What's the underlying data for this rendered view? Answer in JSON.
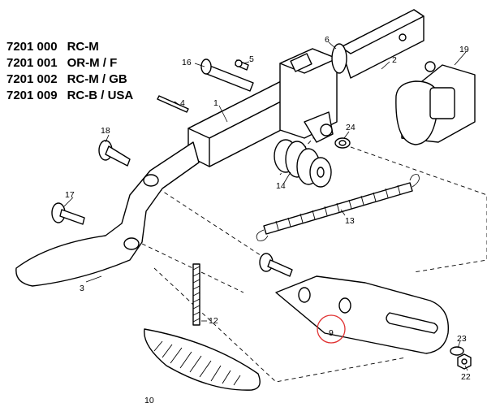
{
  "model_codes": [
    {
      "code": "7201 000",
      "name": "RC-M"
    },
    {
      "code": "7201 001",
      "name": "OR-M / F"
    },
    {
      "code": "7201 002",
      "name": "RC-M / GB"
    },
    {
      "code": "7201 009",
      "name": "RC-B / USA"
    }
  ],
  "callouts": {
    "c1": "1",
    "c2": "2",
    "c3": "3",
    "c4": "4",
    "c5": "5",
    "c6": "6",
    "c9": "9",
    "c10": "10",
    "c12": "12",
    "c13": "13",
    "c14": "14",
    "c16": "16",
    "c17": "17",
    "c18": "18",
    "c19": "19",
    "c22": "22",
    "c23": "23",
    "c24": "24"
  },
  "highlight": {
    "part": "9",
    "color": "#e03030"
  }
}
